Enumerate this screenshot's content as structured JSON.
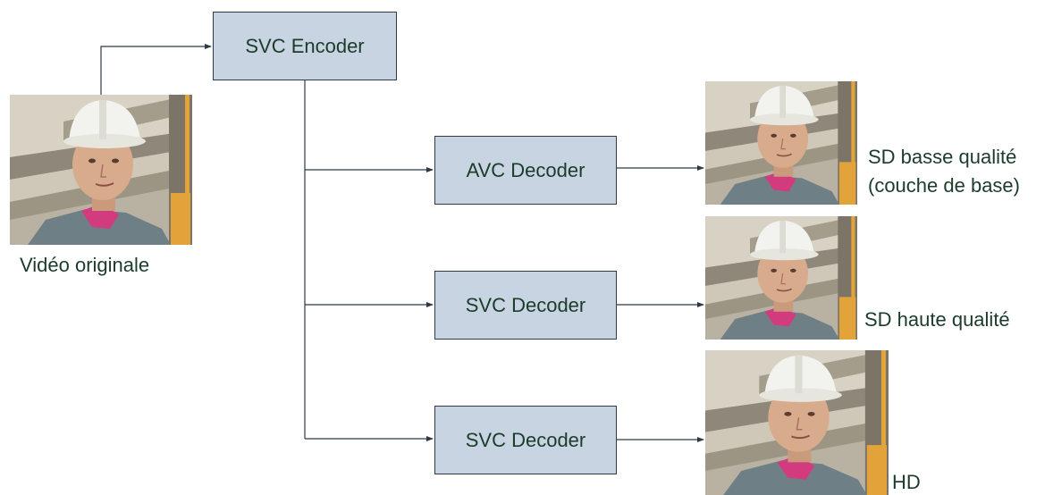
{
  "diagram": {
    "encoder": {
      "label": "SVC Encoder"
    },
    "decoders": [
      {
        "label": "AVC Decoder"
      },
      {
        "label": "SVC Decoder"
      },
      {
        "label": "SVC Decoder"
      }
    ],
    "source": {
      "caption": "Vidéo originale"
    },
    "outputs": [
      {
        "caption_line1": "SD basse qualité",
        "caption_line2": "(couche de base)"
      },
      {
        "caption_line1": "SD haute qualité"
      },
      {
        "caption_line1": "HD"
      }
    ],
    "colors": {
      "box_fill": "#c8d4e2",
      "box_border": "#2e3a46",
      "text": "#1b3c2a",
      "helmet": "#f2f2ee",
      "shirt": "#d23b7e",
      "jacket": "#6f7f86",
      "scaffold": "#e2a33a",
      "wall": "#c9c1b0"
    },
    "thumbnail_icon": "worker-with-hard-hat-photo"
  }
}
